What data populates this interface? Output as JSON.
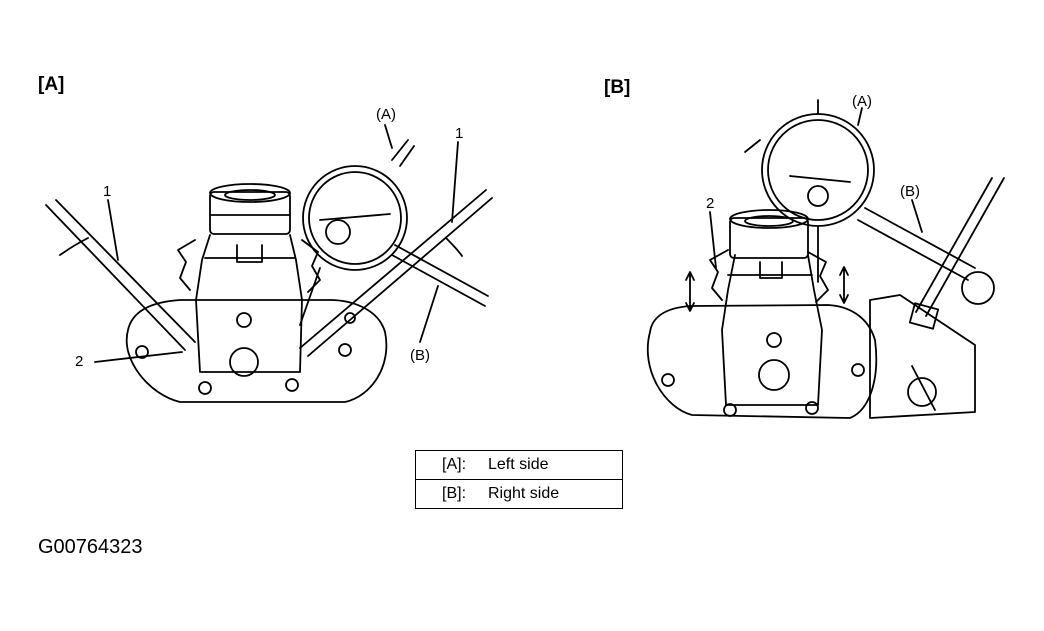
{
  "panels": {
    "a": {
      "label": "[A]",
      "callouts": {
        "tool_a": "(A)",
        "tool_b": "(B)",
        "part1": "1",
        "part2": "2"
      }
    },
    "b": {
      "label": "[B]",
      "callouts": {
        "tool_a": "(A)",
        "tool_b": "(B)",
        "part2": "2"
      }
    }
  },
  "legend": [
    {
      "key": "[A]:",
      "value": "Left side"
    },
    {
      "key": "[B]:",
      "value": "Right side"
    }
  ],
  "figure_id": "G00764323"
}
